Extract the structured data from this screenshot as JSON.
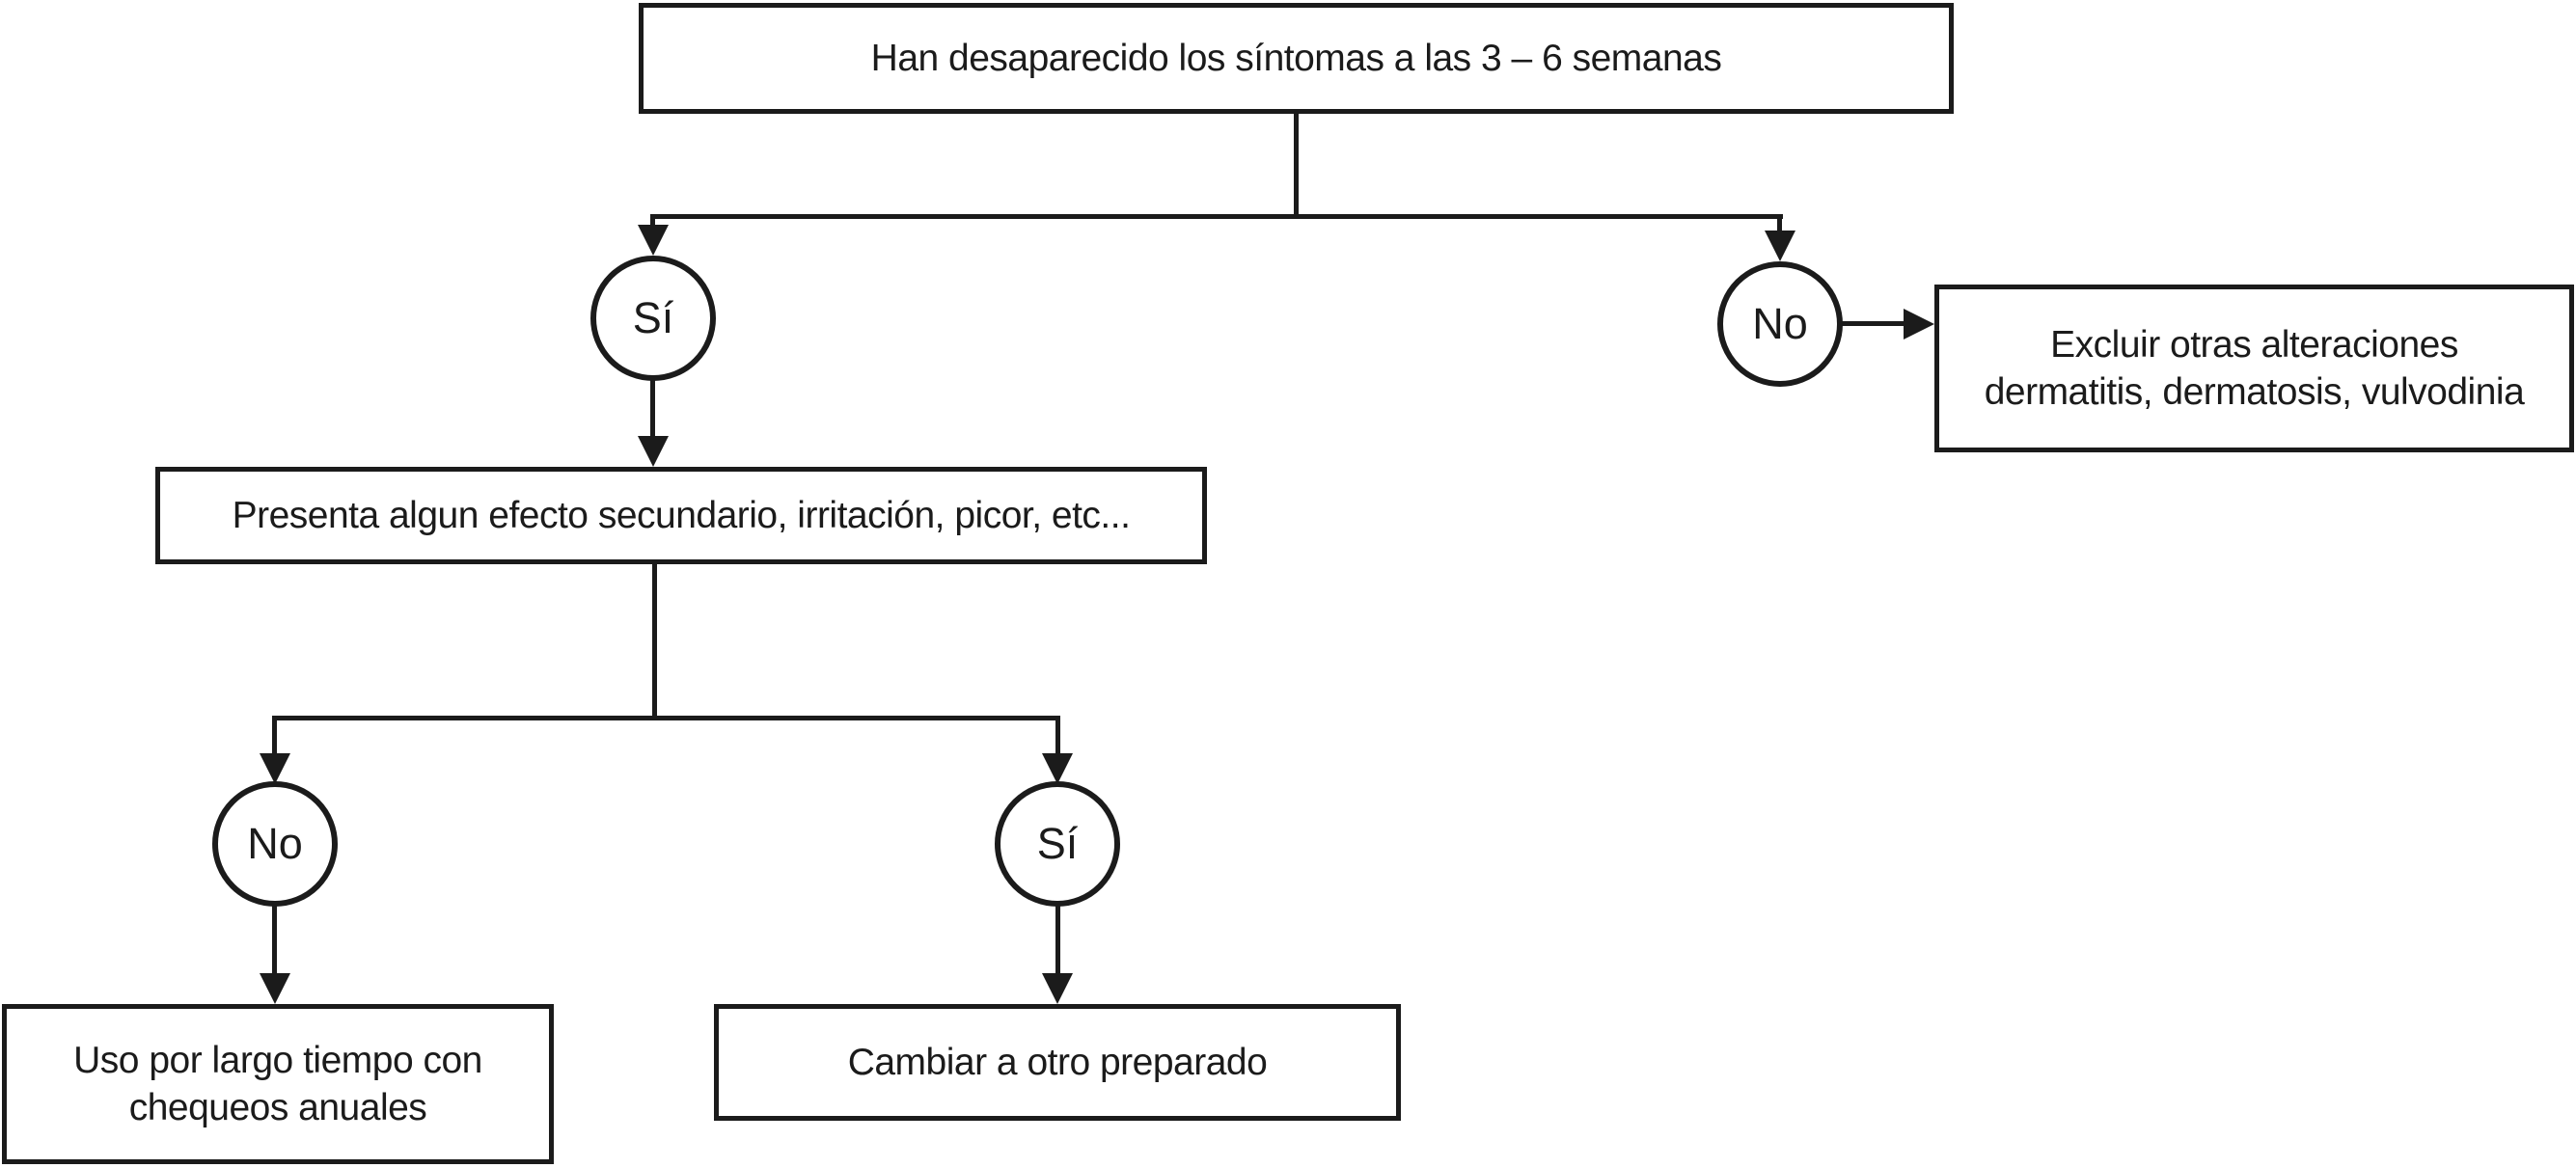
{
  "diagram": {
    "type": "flowchart",
    "colors": {
      "ink": "#1b1b1b",
      "background": "#ffffff"
    },
    "nodes": {
      "question_top": {
        "label": "Han desaparecido los síntomas a las 3 – 6 semanas"
      },
      "decision_si_1": {
        "label": "Sí"
      },
      "decision_no_1": {
        "label": "No"
      },
      "outcome_excluir": {
        "lines": [
          "Excluir otras alteraciones",
          "dermatitis, dermatosis, vulvodinia"
        ]
      },
      "question_presenta": {
        "label": "Presenta algun efecto secundario, irritación, picor, etc..."
      },
      "decision_no_2": {
        "label": "No"
      },
      "decision_si_2": {
        "label": "Sí"
      },
      "outcome_uso": {
        "lines": [
          "Uso por largo tiempo con",
          "chequeos anuales"
        ]
      },
      "outcome_cambiar": {
        "label": "Cambiar a otro preparado"
      }
    },
    "edges": [
      {
        "from": "question_top",
        "to": "decision_si_1"
      },
      {
        "from": "question_top",
        "to": "decision_no_1"
      },
      {
        "from": "decision_no_1",
        "to": "outcome_excluir"
      },
      {
        "from": "decision_si_1",
        "to": "question_presenta"
      },
      {
        "from": "question_presenta",
        "to": "decision_no_2"
      },
      {
        "from": "question_presenta",
        "to": "decision_si_2"
      },
      {
        "from": "decision_no_2",
        "to": "outcome_uso"
      },
      {
        "from": "decision_si_2",
        "to": "outcome_cambiar"
      }
    ]
  }
}
